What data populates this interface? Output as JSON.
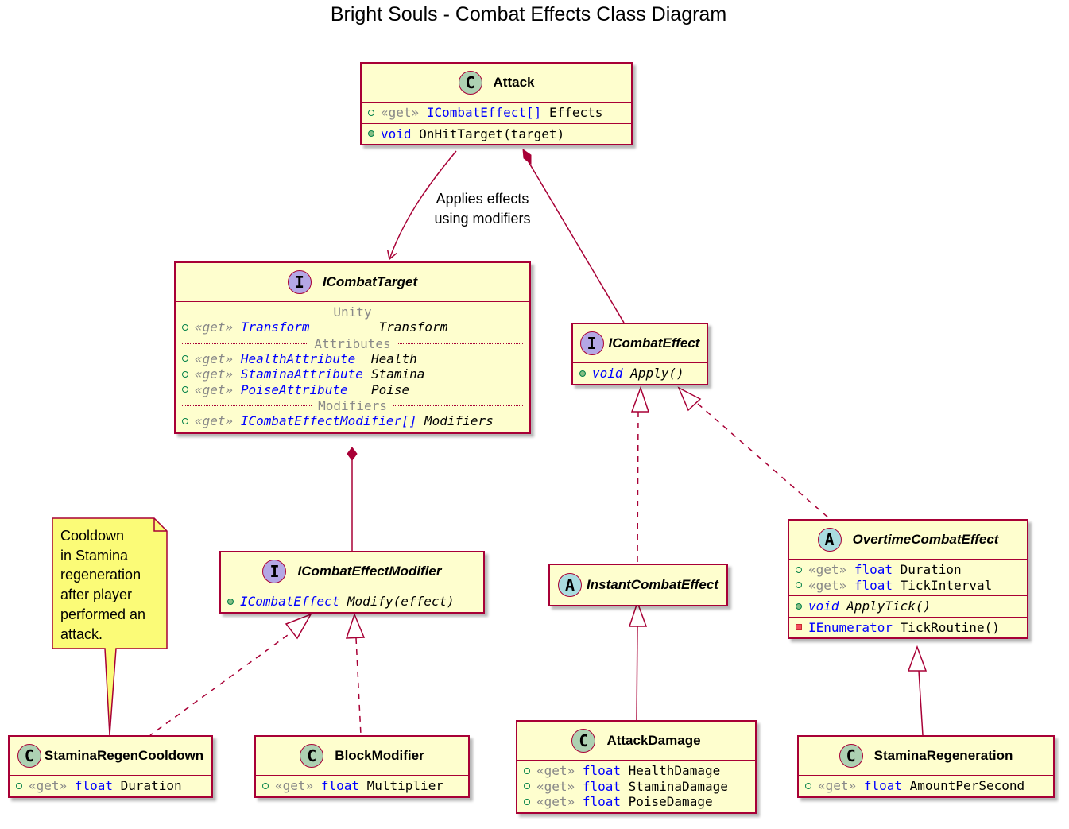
{
  "title": "Bright Souls - Combat Effects Class Diagram",
  "colors": {
    "class_fill": "#FEFECE",
    "class_border": "#A80036",
    "note_fill": "#FBFB77",
    "badge_class": "#ADD1B2",
    "badge_interface": "#B4A7E5",
    "badge_abstract": "#A9DCDF",
    "type_color": "#0000FF",
    "stereotype_color": "#888888"
  },
  "classes": {
    "attack": {
      "kind": "C",
      "name": "Attack",
      "fields": [
        {
          "vis": "+",
          "stereo": "«get»",
          "type": "ICombatEffect[]",
          "name": "Effects"
        }
      ],
      "methods": [
        {
          "vis": "+",
          "type": "void",
          "name": "OnHitTarget(target)"
        }
      ]
    },
    "icombattarget": {
      "kind": "I",
      "name": "ICombatTarget",
      "groups": [
        {
          "label": "Unity",
          "fields": [
            {
              "vis": "+",
              "stereo": "«get»",
              "type": "Transform",
              "name": "Transform"
            }
          ]
        },
        {
          "label": "Attributes",
          "fields": [
            {
              "vis": "+",
              "stereo": "«get»",
              "type": "HealthAttribute",
              "name": "Health"
            },
            {
              "vis": "+",
              "stereo": "«get»",
              "type": "StaminaAttribute",
              "name": "Stamina"
            },
            {
              "vis": "+",
              "stereo": "«get»",
              "type": "PoiseAttribute",
              "name": "Poise"
            }
          ]
        },
        {
          "label": "Modifiers",
          "fields": [
            {
              "vis": "+",
              "stereo": "«get»",
              "type": "ICombatEffectModifier[]",
              "name": "Modifiers"
            }
          ]
        }
      ]
    },
    "icombateffect": {
      "kind": "I",
      "name": "ICombatEffect",
      "methods": [
        {
          "vis": "+",
          "type": "void",
          "name": "Apply()"
        }
      ]
    },
    "icombateffectmodifier": {
      "kind": "I",
      "name": "ICombatEffectModifier",
      "methods": [
        {
          "vis": "+",
          "type": "ICombatEffect",
          "name": "Modify(effect)"
        }
      ]
    },
    "instantcombateffect": {
      "kind": "A",
      "name": "InstantCombatEffect"
    },
    "overtimecombateffect": {
      "kind": "A",
      "name": "OvertimeCombatEffect",
      "fields": [
        {
          "vis": "+",
          "stereo": "«get»",
          "type": "float",
          "name": "Duration"
        },
        {
          "vis": "+",
          "stereo": "«get»",
          "type": "float",
          "name": "TickInterval"
        }
      ],
      "methods": [
        {
          "vis": "+",
          "type": "void",
          "name": "ApplyTick()"
        }
      ],
      "private_methods": [
        {
          "vis": "-",
          "type": "IEnumerator",
          "name": "TickRoutine()"
        }
      ]
    },
    "staminaregencooldown": {
      "kind": "C",
      "name": "StaminaRegenCooldown",
      "fields": [
        {
          "vis": "+",
          "stereo": "«get»",
          "type": "float",
          "name": "Duration"
        }
      ]
    },
    "blockmodifier": {
      "kind": "C",
      "name": "BlockModifier",
      "fields": [
        {
          "vis": "+",
          "stereo": "«get»",
          "type": "float",
          "name": "Multiplier"
        }
      ]
    },
    "attackdamage": {
      "kind": "C",
      "name": "AttackDamage",
      "fields": [
        {
          "vis": "+",
          "stereo": "«get»",
          "type": "float",
          "name": "HealthDamage"
        },
        {
          "vis": "+",
          "stereo": "«get»",
          "type": "float",
          "name": "StaminaDamage"
        },
        {
          "vis": "+",
          "stereo": "«get»",
          "type": "float",
          "name": "PoiseDamage"
        }
      ]
    },
    "staminaregeneration": {
      "kind": "C",
      "name": "StaminaRegeneration",
      "fields": [
        {
          "vis": "+",
          "stereo": "«get»",
          "type": "float",
          "name": "AmountPerSecond"
        }
      ]
    }
  },
  "note": {
    "text": "Cooldown\nin Stamina\nregeneration\nafter player\nperformed an\nattack."
  },
  "edges": {
    "attack_to_target_label": "Applies effects\nusing modifiers"
  }
}
